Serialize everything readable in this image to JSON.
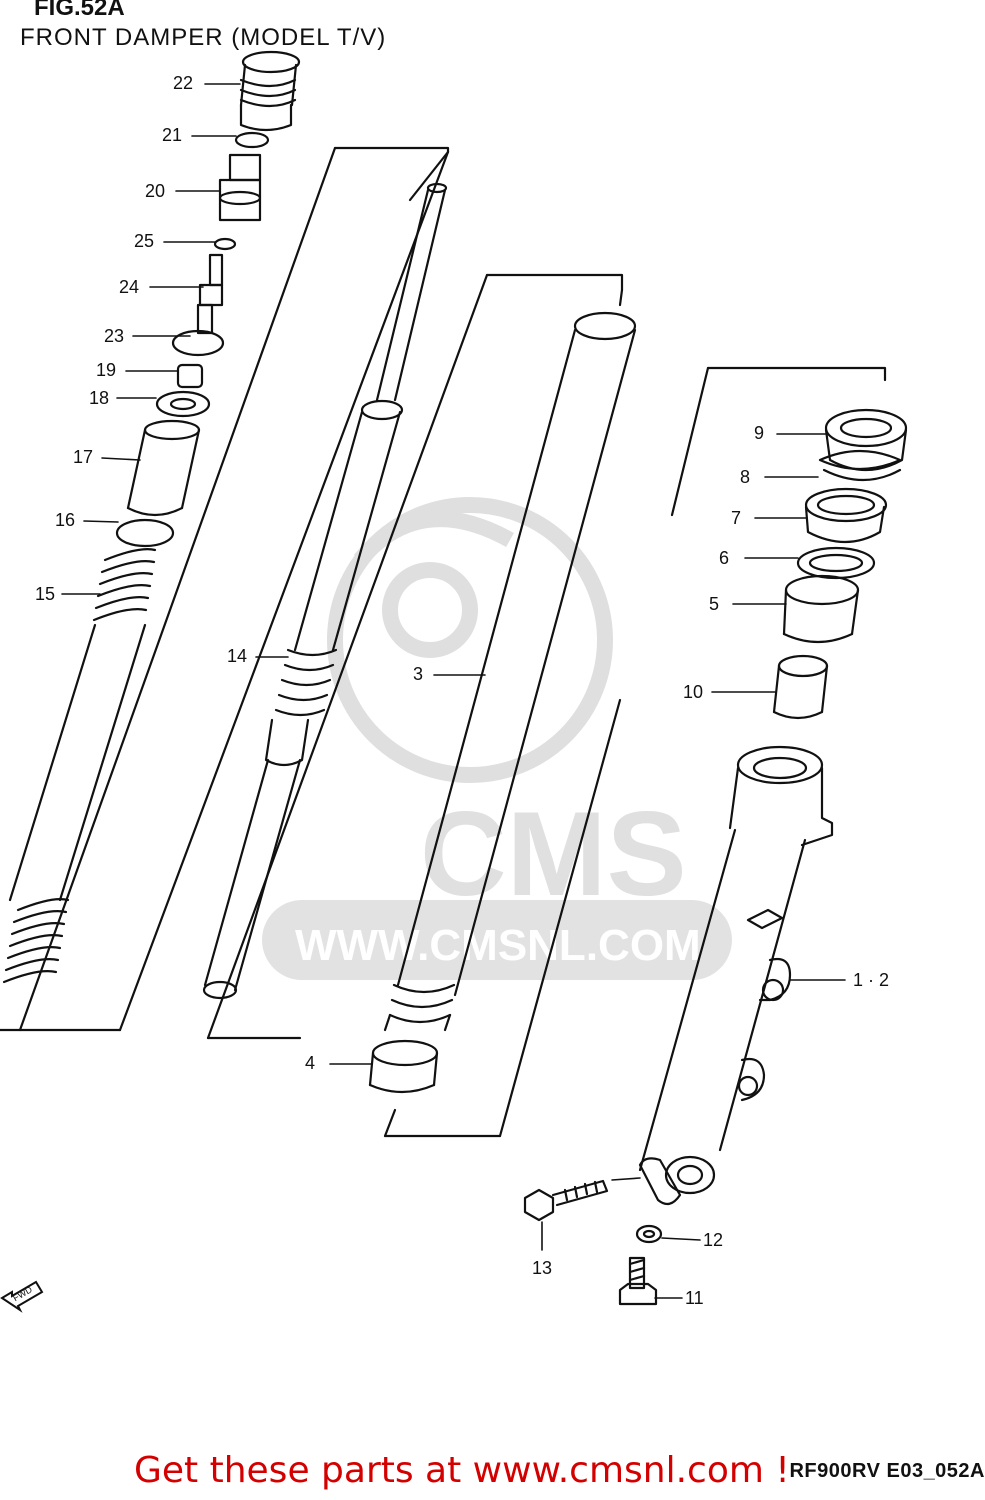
{
  "figure": {
    "title": "FIG.52A",
    "subtitle": "FRONT DAMPER  (MODEL T/V)",
    "reference": "RF900RV E03_052A",
    "fwd_label": "FWD"
  },
  "watermark": {
    "brand": "CMS",
    "url": "WWW.CMSNL.COM"
  },
  "promo": {
    "text": "Get these parts at www.cmsnl.com !"
  },
  "part_callouts": [
    {
      "label": "22"
    },
    {
      "label": "21"
    },
    {
      "label": "20"
    },
    {
      "label": "25"
    },
    {
      "label": "24"
    },
    {
      "label": "23"
    },
    {
      "label": "19"
    },
    {
      "label": "18"
    },
    {
      "label": "17"
    },
    {
      "label": "16"
    },
    {
      "label": "15"
    },
    {
      "label": "14"
    },
    {
      "label": "3"
    },
    {
      "label": "9"
    },
    {
      "label": "8"
    },
    {
      "label": "7"
    },
    {
      "label": "6"
    },
    {
      "label": "5"
    },
    {
      "label": "10"
    },
    {
      "label": "1 · 2"
    },
    {
      "label": "4"
    },
    {
      "label": "13"
    },
    {
      "label": "12"
    },
    {
      "label": "11"
    }
  ],
  "colors": {
    "line": "#111111",
    "watermark": "#d9d9d9",
    "promo": "#d40000"
  }
}
